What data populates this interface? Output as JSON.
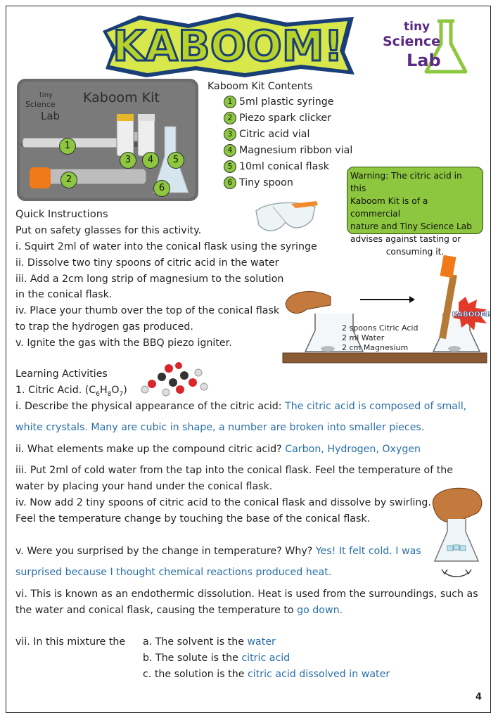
{
  "brand": {
    "title": "KABOOM!",
    "logo_line1": "tiny",
    "logo_line2": "Science",
    "logo_line3": "Lab"
  },
  "kit_photo": {
    "tray_title": "Kaboom Kit",
    "tray_logo1": "tiny",
    "tray_logo2": "Science",
    "tray_logo3": "Lab",
    "markers": [
      "1",
      "2",
      "3",
      "4",
      "5",
      "6"
    ]
  },
  "kit_contents": {
    "title": "Kaboom Kit Contents",
    "items": [
      {
        "num": "1",
        "label": "5ml plastic syringe"
      },
      {
        "num": "2",
        "label": "Piezo spark clicker"
      },
      {
        "num": "3",
        "label": "Citric acid vial"
      },
      {
        "num": "4",
        "label": "Magnesium ribbon vial"
      },
      {
        "num": "5",
        "label": "10ml conical flask"
      },
      {
        "num": "6",
        "label": "Tiny spoon"
      }
    ]
  },
  "warning": {
    "lines": [
      "Warning: The citric acid in this",
      "Kaboom Kit is of a commercial",
      "nature and Tiny Science Lab",
      "advises against tasting or",
      "consuming it."
    ]
  },
  "quick_instructions": {
    "heading": "Quick Instructions",
    "lines": [
      "Put on safety glasses for this activity.",
      "i. Squirt 2ml of water into the conical flask using the syringe",
      "ii. Dissolve two tiny spoons of citric acid in the water",
      "iii. Add a 2cm long strip of magnesium to the solution",
      "in the conical flask.",
      "iv. Place your thumb over the top of the conical flask",
      "to trap the hydrogen gas produced.",
      "v. Ignite the gas with the BBQ piezo igniter."
    ]
  },
  "diagram": {
    "label1": "2 spoons Citric Acid",
    "label2": "2 ml Water",
    "label3": "2 cm Magnesium",
    "bang": "KABOOM!"
  },
  "learning": {
    "heading": "Learning Activities",
    "sub": "1. Citric Acid. (C",
    "formula_c": "6",
    "formula_h": "H",
    "formula_h_sub": "8",
    "formula_o": "O",
    "formula_o_sub": "7",
    "formula_end": ")",
    "q1": "i.  Describe the physical appearance of the citric acid: ",
    "a1a": "The citric acid is composed of small,",
    "a1b": "white crystals. Many are cubic in shape, a number are broken into smaller pieces.",
    "q2": "ii. What elements make up the compound citric acid? ",
    "a2": "Carbon, Hydrogen, Oxygen",
    "q3a": "iii. Put 2ml of cold water from the tap into the conical flask. Feel the temperature of the",
    "q3b": "water by placing your hand under the conical flask.",
    "q4a": "iv. Now add 2 tiny spoons of citric acid to the conical flask and dissolve by swirling.",
    "q4b": "Feel the temperature change by touching the base of the conical flask.",
    "q5": "v. Were you surprised by the change in temperature? Why? ",
    "a5a": "Yes! It felt cold. I was",
    "a5b": "surprised because I thought chemical reactions produced heat.",
    "q6a": "vi. This is known as an endothermic dissolution. Heat is used from the surroundings, such as",
    "q6b": "the water and conical flask, causing the temperature to ",
    "a6": "go down.",
    "q7": "vii. In this mixture the",
    "q7a": "a. The solvent is the ",
    "a7a": "water",
    "q7b": "b. The solute is the ",
    "a7b": "citric acid",
    "q7c": "c. the solution is the ",
    "a7c": "citric acid dissolved in water"
  },
  "page_number": "4",
  "colors": {
    "answer": "#2a6fa8",
    "badge_green": "#8dc63f",
    "logo_purple": "#5b2a86",
    "kaboom_yellow": "#d8e84a"
  }
}
